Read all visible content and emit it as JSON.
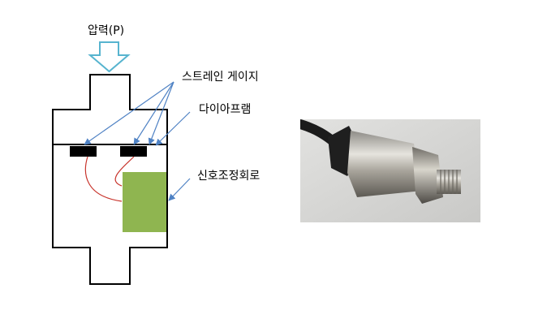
{
  "labels": {
    "pressure": "압력(P)",
    "strain_gauge": "스트레인 게이지",
    "diaphragm": "다이아프램",
    "signal_circuit": "신호조정회로"
  },
  "colors": {
    "outline": "#000000",
    "gauge": "#000000",
    "circuit": "#8fb550",
    "wire": "#c8342c",
    "leader": "#4f82c4",
    "arrow_stroke": "#57b4cf",
    "photo_bg": "#d9d9d9"
  },
  "photo": {
    "subject": "pressure-sensor-photo"
  }
}
